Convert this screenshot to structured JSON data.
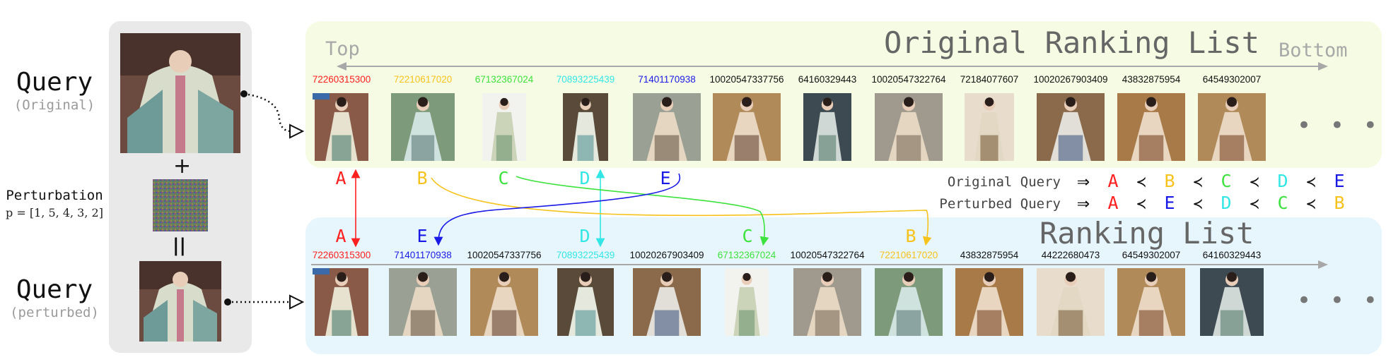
{
  "left": {
    "query_original_title": "Query",
    "query_original_sub": "(Original)",
    "perturbation_label": "Perturbation",
    "perturbation_vector": "p = [1, 5, 4, 3, 2]",
    "plus": "+",
    "equals": "||",
    "query_perturbed_title": "Query",
    "query_perturbed_sub": "(perturbed)"
  },
  "top_panel": {
    "title": "Original Ranking List",
    "top_label": "Top",
    "bottom_label": "Bottom",
    "ids": [
      "72260315300",
      "72210617020",
      "67132367024",
      "70893225439",
      "71401170938",
      "10020547337756",
      "64160329443",
      "10020547322764",
      "72184077607",
      "10020267903409",
      "43832875954",
      "64549302007"
    ],
    "id_colors": [
      "#ff2020",
      "#f6c21c",
      "#3ee23e",
      "#33e6e6",
      "#1a1ae6",
      "#111111",
      "#111111",
      "#111111",
      "#111111",
      "#111111",
      "#111111",
      "#111111"
    ],
    "letters": [
      "A",
      "B",
      "C",
      "D",
      "E"
    ],
    "ellipsis": "• • •"
  },
  "bottom_panel": {
    "title": "Ranking List",
    "ids": [
      "72260315300",
      "71401170938",
      "10020547337756",
      "70893225439",
      "10020267903409",
      "67132367024",
      "10020547322764",
      "72210617020",
      "43832875954",
      "44222680473",
      "64549302007",
      "64160329443"
    ],
    "id_colors": [
      "#ff2020",
      "#1a1ae6",
      "#111111",
      "#33e6e6",
      "#111111",
      "#3ee23e",
      "#111111",
      "#f6c21c",
      "#111111",
      "#111111",
      "#111111",
      "#111111"
    ],
    "letters": [
      "A",
      "E",
      "D",
      "C",
      "B"
    ],
    "ellipsis": "• • •"
  },
  "ordering": {
    "original_label": "Original Query",
    "perturbed_label": "Perturbed Query",
    "arrow": "⇒",
    "prec": "≺",
    "original_seq": [
      "A",
      "B",
      "C",
      "D",
      "E"
    ],
    "perturbed_seq": [
      "A",
      "E",
      "D",
      "C",
      "B"
    ]
  },
  "colors": {
    "A": "#ff2020",
    "B": "#f6c21c",
    "C": "#3ee23e",
    "D": "#33e6e6",
    "E": "#1a1ae6"
  }
}
